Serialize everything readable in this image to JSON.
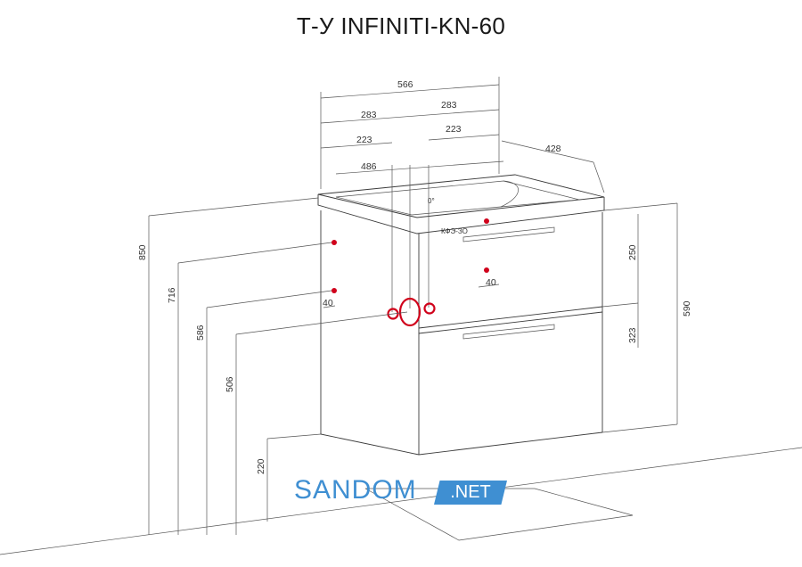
{
  "title": "Т-У INFINITI-KN-60",
  "dimensions": {
    "top_width": "566",
    "half_left": "283",
    "half_right": "283",
    "quarter_left": "223",
    "quarter_right": "223",
    "depth": "428",
    "inner_width": "486",
    "total_height": "850",
    "height_716": "716",
    "height_586": "586",
    "height_506": "506",
    "floor_gap": "220",
    "upper_drawer": "250",
    "lower_drawer": "323",
    "body_height": "590",
    "offset_left": "40",
    "offset_right": "40",
    "tap_mark": "0°",
    "drain_mark": "КФЭ-ЗО"
  },
  "watermark": {
    "main": "SANDOM",
    "tag": ".NET"
  },
  "colors": {
    "accent": "#d0021b",
    "brand": "#3f8fd2",
    "line": "#3a3a3a"
  }
}
